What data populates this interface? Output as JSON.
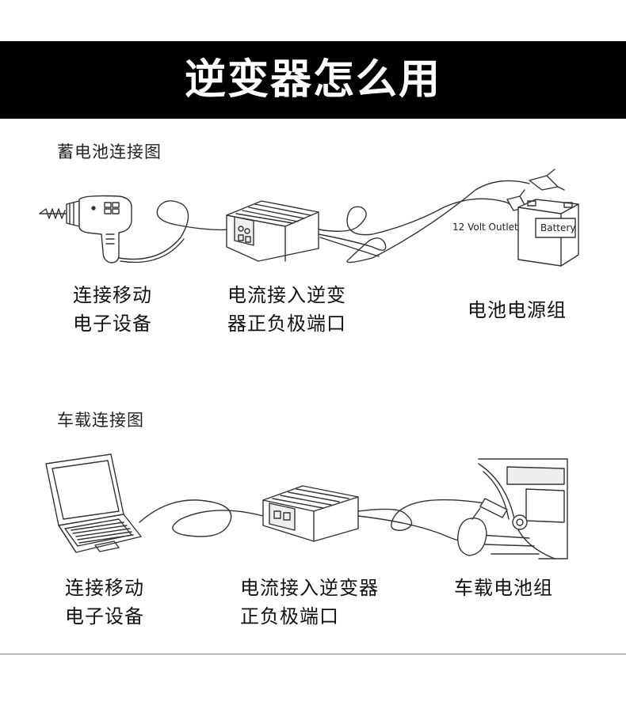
{
  "title": "逆变器怎么用",
  "battery_section": {
    "label": "蓄电池连接图",
    "device_caption": [
      "连接移动",
      "电子设备"
    ],
    "inverter_caption": [
      "电流接入逆变",
      "器正负极端口"
    ],
    "power_caption": "电池电源组",
    "outlet_text": "12 Volt Outlet",
    "battery_text": "Battery"
  },
  "car_section": {
    "label": "车载连接图",
    "device_caption": [
      "连接移动",
      "电子设备"
    ],
    "inverter_caption": [
      "电流接入逆变器",
      "正负极端口"
    ],
    "power_caption": "车载电池组"
  }
}
